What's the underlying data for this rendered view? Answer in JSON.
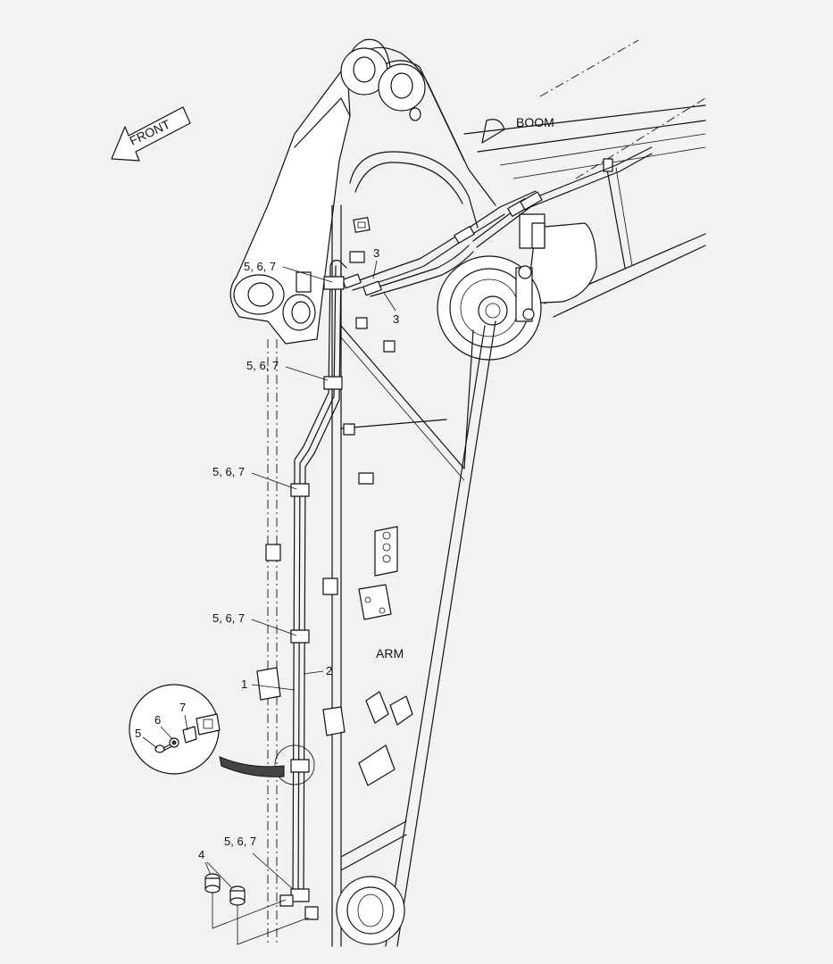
{
  "labels": {
    "front": "FRONT",
    "boom": "BOOM",
    "arm": "ARM",
    "callout_5_6_7": "5, 6, 7",
    "part_1": "1",
    "part_2": "2",
    "part_3": "3",
    "part_4": "4",
    "part_5": "5",
    "part_6": "6",
    "part_7": "7"
  },
  "colors": {
    "background": "#f2f2f2",
    "line": "#111111"
  }
}
